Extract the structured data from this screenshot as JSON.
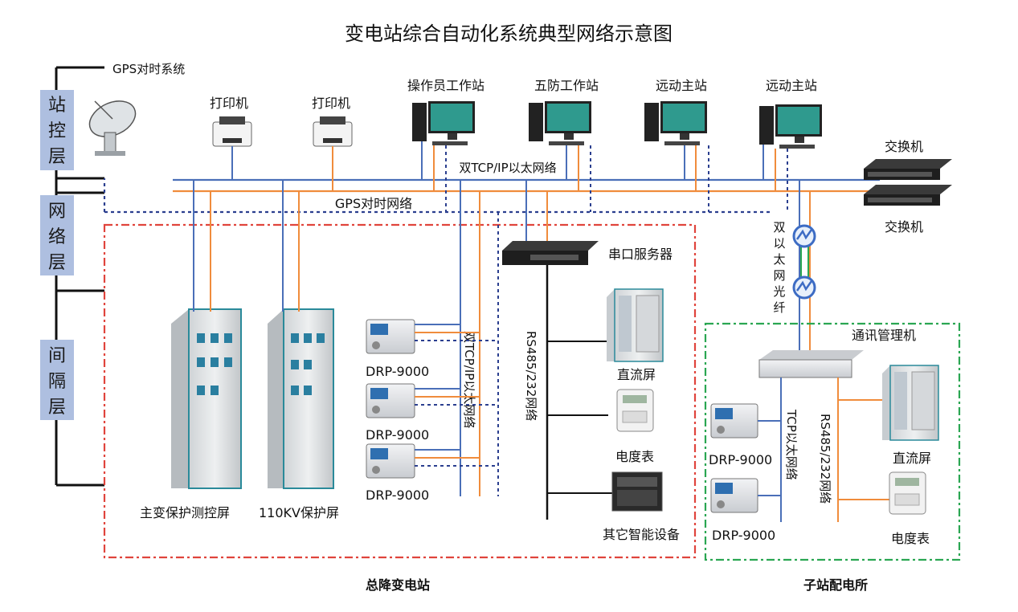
{
  "title": "变电站综合自动化系统典型网络示意图",
  "layers": [
    {
      "id": "station",
      "chars": [
        "站",
        "控",
        "层"
      ]
    },
    {
      "id": "network",
      "chars": [
        "网",
        "络",
        "层"
      ]
    },
    {
      "id": "bay",
      "chars": [
        "间",
        "隔",
        "层"
      ]
    }
  ],
  "gps_system": "GPS对时系统",
  "printers": [
    "打印机",
    "打印机"
  ],
  "workstations": [
    "操作员工作站",
    "五防工作站",
    "远动主站",
    "远动主站"
  ],
  "switches": [
    "交换机",
    "交换机"
  ],
  "networks": {
    "dual_tcp_ip_top": "双TCP/IP以太网络",
    "gps_timing": "GPS对时网络",
    "dual_tcp_ip_vertical": "双TCP/IP以太网络",
    "rs485_main": "RS485/232网络",
    "dual_fiber": "双以太网光纤",
    "tcp_sub": "TCP以太网络",
    "rs485_sub": "RS485/232网络"
  },
  "serial_server": "串口服务器",
  "cabinets": [
    "主变保护测控屏",
    "110KV保护屏"
  ],
  "drp_main": [
    "DRP-9000",
    "DRP-9000",
    "DRP-9000"
  ],
  "main_devices": [
    "直流屏",
    "电度表",
    "其它智能设备"
  ],
  "comm_manager": "通讯管理机",
  "drp_sub": [
    "DRP-9000",
    "DRP-9000"
  ],
  "sub_devices": [
    "直流屏",
    "电度表"
  ],
  "regions": [
    "总降变电站",
    "子站配电所"
  ],
  "colors": {
    "blue": "#4a6fb8",
    "orange": "#f08c3c",
    "red_dash": "#e0443c",
    "green_dash": "#2aa652",
    "layer_box": "#aebfe0"
  }
}
